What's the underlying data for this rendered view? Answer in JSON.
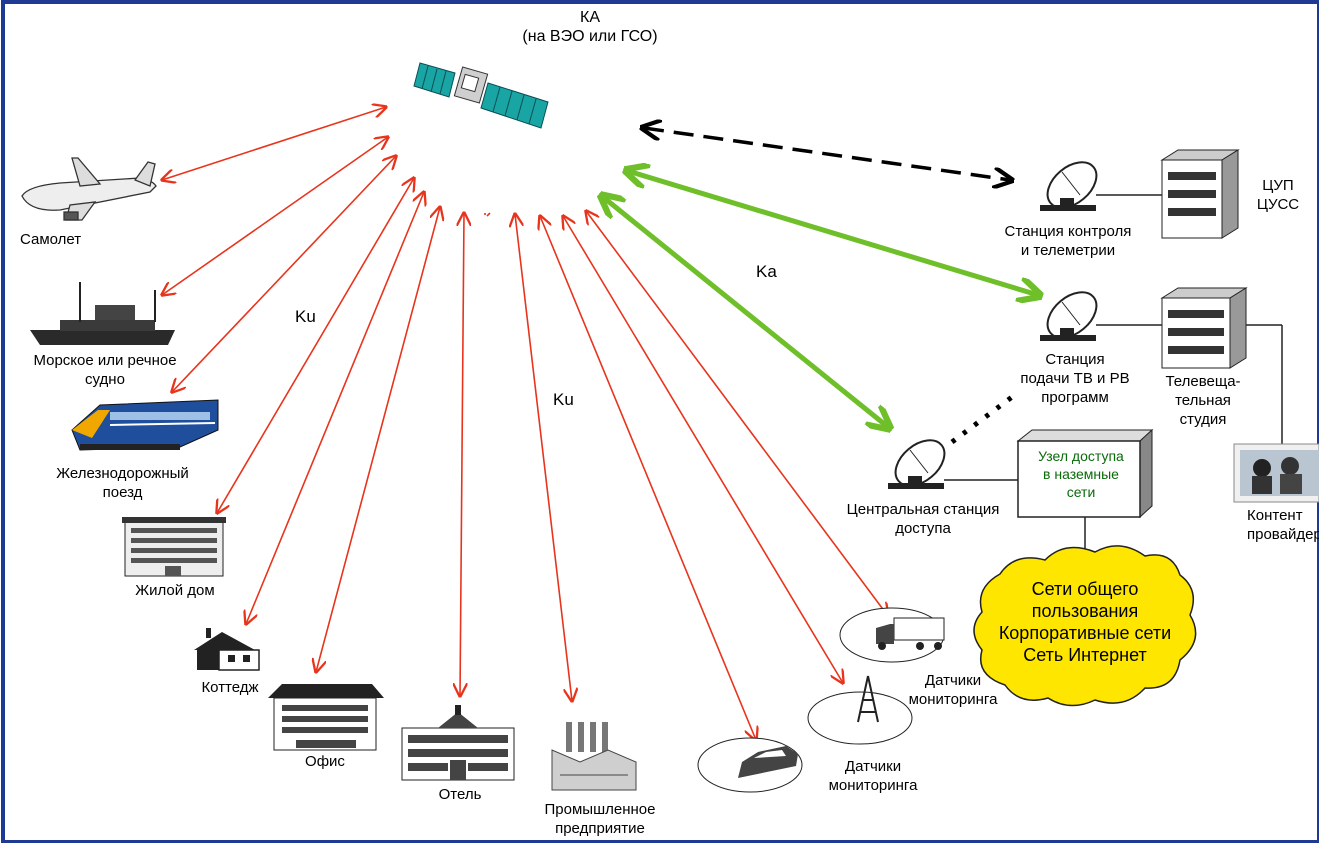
{
  "satellite": {
    "line1": "КА",
    "line2": "(на ВЭО или ГСО)"
  },
  "bands": {
    "ku_left": "Ku",
    "ku_mid": "Ku",
    "ka": "Ka"
  },
  "terminals": {
    "airplane": "Самолет",
    "ship": [
      "Морское или речное",
      "судно"
    ],
    "train": [
      "Железнодорожный",
      "поезд"
    ],
    "residential": "Жилой дом",
    "cottage": "Коттедж",
    "office": "Офис",
    "hotel": "Отель",
    "industrial": [
      "Промышленное",
      "предприятие"
    ],
    "sensors_1": [
      "Датчики",
      "мониторинга"
    ],
    "sensors_2": [
      "Датчики",
      "мониторинга"
    ]
  },
  "ground": {
    "control_station": [
      "Станция контроля",
      "и телеметрии"
    ],
    "control_center": [
      "ЦУП",
      "ЦУСС"
    ],
    "tv_uplink": [
      "Станция",
      "подачи ТВ и РВ",
      "программ"
    ],
    "tv_studio": [
      "Телевеща-",
      "тельная",
      "студия"
    ],
    "central_station": [
      "Центральная станция",
      "доступа"
    ],
    "access_node": [
      "Узел доступа",
      "в наземные",
      "сети"
    ],
    "content_provider": [
      "Контент",
      "провайдер"
    ],
    "networks": [
      "Сети общего",
      "пользования",
      "Корпоративные сети",
      "Сеть Интернет"
    ]
  },
  "colors": {
    "frame": "#1f3a93",
    "link_ku": "#e8341c",
    "link_ka": "#6fbf2a",
    "cloud": "#ffe600",
    "access_text": "#0a6a0a"
  }
}
